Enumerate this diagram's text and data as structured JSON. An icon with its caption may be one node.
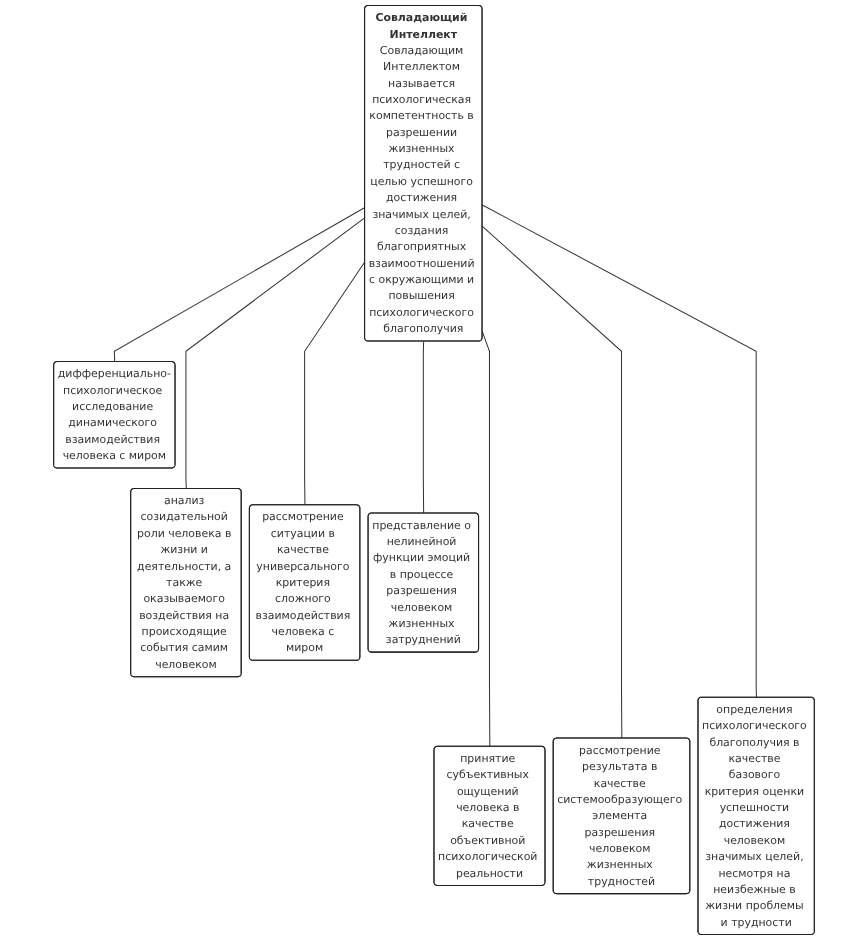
{
  "diagram": {
    "nodes": [
      {
        "text": [
          "Совладающий Интеллект",
          "Совладающим Интеллектом называется психологическая компетентность в разрешении жизненных трудностей с целью успешного достижения значимых целей, создания благоприятных взаимоотношений с окружающими и повышения психологического благополучия"
        ]
      },
      {
        "text": [
          "дифференциально-психологическое исследование динамического взаимодействия человека с миром"
        ]
      },
      {
        "text": [
          "анализ созидательной роли человека в жизни и деятельности, а также оказываемого воздействия на происходящие события самим человеком"
        ]
      },
      {
        "text": [
          "рассмотрение ситуации в качестве универсального критерия сложного взаимодействия человека с миром"
        ]
      },
      {
        "text": [
          "представление о нелинейной функции эмоций в процессе разрешения человеком жизненных затруднений"
        ]
      },
      {
        "text": [
          "принятие субъективных ощущений человека в качестве объективной психологической реальности"
        ]
      },
      {
        "text": [
          "рассмотрение результата в качестве системообразующего элемента разрешения человеком жизненных трудностей"
        ]
      },
      {
        "text": [
          "определения психологического благополучия в качестве базового критерия оценки успешности достижения человеком значимых целей, несмотря на неизбежные в жизни проблемы и трудности"
        ]
      }
    ],
    "edges": [
      {
        "from": 0,
        "to": 1,
        "arrow": "none"
      },
      {
        "from": 0,
        "to": 2,
        "arrow": "none"
      },
      {
        "from": 0,
        "to": 3,
        "arrow": "none"
      },
      {
        "from": 0,
        "to": 4,
        "arrow": "none"
      },
      {
        "from": 0,
        "to": 5,
        "arrow": "none"
      },
      {
        "from": 0,
        "to": 6,
        "arrow": "none"
      },
      {
        "from": 0,
        "to": 7,
        "arrow": "none"
      }
    ]
  }
}
